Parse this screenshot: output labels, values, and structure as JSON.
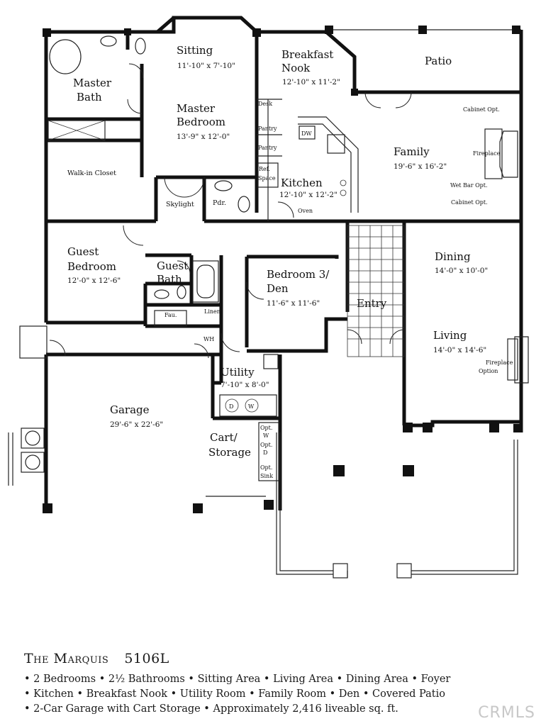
{
  "rooms": {
    "sitting": {
      "name": "Sitting",
      "dim": "11'-10\" x 7'-10\""
    },
    "breakfast_nook": {
      "name_l1": "Breakfast",
      "name_l2": "Nook",
      "dim": "12'-10\" x 11'-2\""
    },
    "patio": {
      "name": "Patio"
    },
    "master_bath": {
      "name_l1": "Master",
      "name_l2": "Bath"
    },
    "master_bedroom": {
      "name_l1": "Master",
      "name_l2": "Bedroom",
      "dim": "13'-9\" x 12'-0\""
    },
    "family": {
      "name": "Family",
      "dim": "19'-6\" x 16'-2\""
    },
    "kitchen": {
      "name": "Kitchen",
      "dim": "12'-10\" x 12'-2\""
    },
    "guest_bedroom": {
      "name_l1": "Guest",
      "name_l2": "Bedroom",
      "dim": "12'-0\" x 12'-6\""
    },
    "guest_bath": {
      "name_l1": "Guest",
      "name_l2": "Bath"
    },
    "bedroom3": {
      "name_l1": "Bedroom 3/",
      "name_l2": "Den",
      "dim": "11'-6\" x 11'-6\""
    },
    "dining": {
      "name": "Dining",
      "dim": "14'-0\" x 10'-0\""
    },
    "living": {
      "name": "Living",
      "dim": "14'-0\" x 14'-6\""
    },
    "entry": {
      "name": "Entry"
    },
    "utility": {
      "name": "Utility",
      "dim": "7'-10\" x 8'-0\""
    },
    "garage": {
      "name": "Garage",
      "dim": "29'-6\" x 22'-6\""
    },
    "cart_storage": {
      "name_l1": "Cart/",
      "name_l2": "Storage"
    }
  },
  "labels": {
    "walk_in_closet": "Walk-in Closet",
    "skylight": "Skylight",
    "pdr": "Pdr.",
    "desk": "Desk",
    "pantry1": "Pantry",
    "pantry2": "Pantry",
    "dw": "DW",
    "oven": "Oven",
    "ref_l1": "Ref.",
    "ref_l2": "Space",
    "cabinet_opt_top": "Cabinet Opt.",
    "fireplace": "Fireplace",
    "wet_bar_opt": "Wet Bar Opt.",
    "cabinet_opt_bottom": "Cabinet Opt.",
    "fireplace_option_l1": "Fireplace",
    "fireplace_option_l2": "Option",
    "linen": "Linen",
    "fau": "Fau.",
    "wh": "WH",
    "dw_washer": "D",
    "w_washer": "W",
    "opt": "Opt.",
    "w": "W",
    "opt_d": "Opt.",
    "d": "D",
    "opt_sink": "Opt.",
    "sink": "Sink"
  },
  "caption": {
    "title": "The Marquis",
    "model_number": "5106L",
    "line1": "• 2 Bedrooms • 2½ Bathrooms • Sitting Area • Living Area • Dining Area • Foyer",
    "line2": "• Kitchen • Breakfast Nook • Utility Room • Family Room • Den • Covered Patio",
    "line3": "• 2-Car Garage with Cart Storage • Approximately 2,416 liveable sq. ft."
  },
  "watermark": "CRMLS"
}
